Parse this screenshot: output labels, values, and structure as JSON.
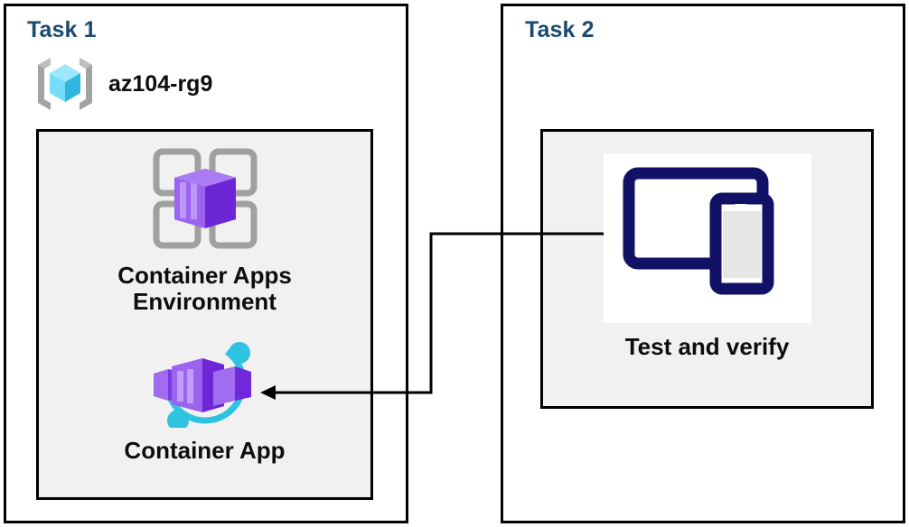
{
  "diagram": {
    "title_color": "#1a4a70",
    "text_color": "#0d0d0d",
    "border_color": "#000000",
    "group_fill": "#f1f1f1",
    "connector_color": "#000000"
  },
  "task1": {
    "title": "Task 1",
    "resource_group": {
      "icon": "resource-group-icon",
      "name": "az104-rg9"
    },
    "nodes": [
      {
        "icon": "container-apps-environment-icon",
        "label": "Container Apps\nEnvironment"
      },
      {
        "icon": "container-app-icon",
        "label": "Container App"
      }
    ]
  },
  "task2": {
    "title": "Task 2",
    "nodes": [
      {
        "icon": "devices-test-verify-icon",
        "label": "Test and verify"
      }
    ]
  },
  "connector": {
    "from": "Test and verify",
    "to": "Container App",
    "arrow": "left-arrowhead"
  },
  "palette": {
    "azure_blue_cube_light": "#9ce7fb",
    "azure_blue_cube_mid": "#50d5f5",
    "azure_blue_cube_dark": "#2bb3d9",
    "bracket_grey": "#a3a3a3",
    "container_purple_light": "#a06cf0",
    "container_purple_mid": "#8b52e8",
    "container_purple_dark": "#6f29d8",
    "accent_cyan": "#2ec3e0",
    "device_navy": "#111266"
  }
}
